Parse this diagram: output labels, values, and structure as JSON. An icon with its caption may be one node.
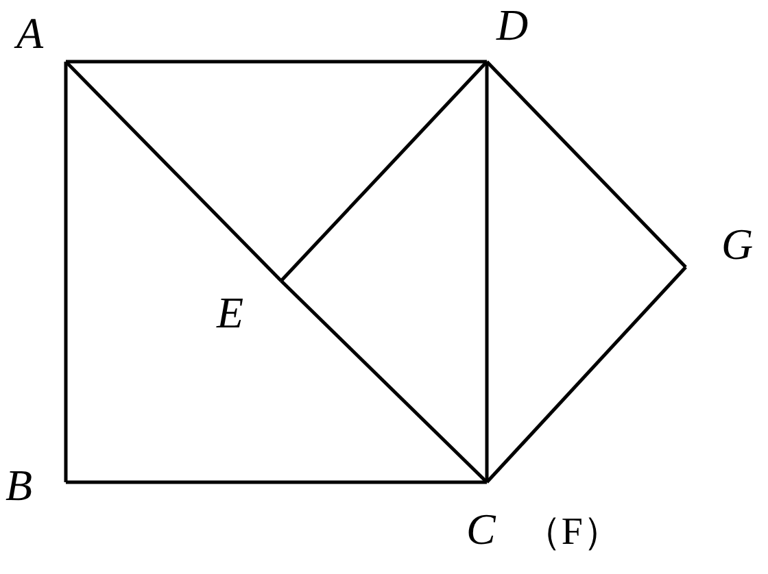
{
  "diagram": {
    "nodes": [
      {
        "text": [
          "A"
        ]
      },
      {
        "text": [
          "B"
        ]
      },
      {
        "text": [
          "C",
          "（F）"
        ]
      },
      {
        "text": [
          "D"
        ]
      },
      {
        "text": [
          "E"
        ]
      },
      {
        "text": [
          "G"
        ]
      }
    ],
    "edges": [
      {
        "from": 0,
        "to": 3,
        "arrow": "none"
      },
      {
        "from": 0,
        "to": 1,
        "arrow": "none"
      },
      {
        "from": 1,
        "to": 2,
        "arrow": "none"
      },
      {
        "from": 3,
        "to": 2,
        "arrow": "none"
      },
      {
        "from": 0,
        "to": 4,
        "arrow": "none"
      },
      {
        "from": 4,
        "to": 2,
        "arrow": "none"
      },
      {
        "from": 4,
        "to": 3,
        "arrow": "none"
      },
      {
        "from": 3,
        "to": 5,
        "arrow": "none"
      },
      {
        "from": 5,
        "to": 2,
        "arrow": "none"
      }
    ]
  }
}
